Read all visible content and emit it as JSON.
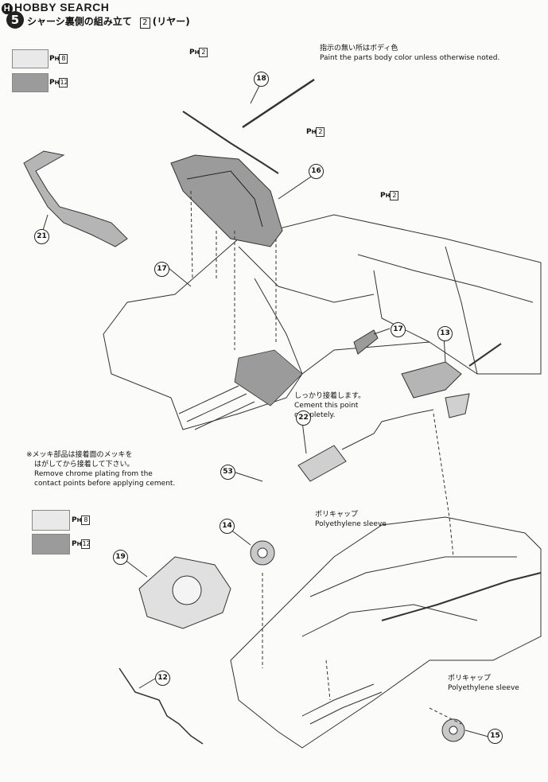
{
  "header": {
    "logo": "HOBBY SEARCH",
    "step_number": "5",
    "step_title": "シャーシ裏側の組み立て",
    "step_box": "2",
    "step_subtitle": "(リヤー)"
  },
  "color_keys_top": [
    {
      "code": "P",
      "num": "8",
      "color": "#e9e9e9"
    },
    {
      "code": "P",
      "num": "12",
      "color": "#9b9b9b"
    }
  ],
  "color_keys_bottom": [
    {
      "code": "P",
      "num": "8",
      "color": "#e9e9e9"
    },
    {
      "code": "P",
      "num": "12",
      "color": "#9b9b9b"
    }
  ],
  "paint_labels": [
    {
      "code": "P",
      "num": "2"
    },
    {
      "code": "P",
      "num": "2"
    },
    {
      "code": "P",
      "num": "2"
    }
  ],
  "notes": {
    "body_color_jp": "指示の無い所はボディ色",
    "body_color_en": "Paint the parts body color unless otherwise noted.",
    "cement_jp": "しっかり接着します。",
    "cement_en_1": "Cement this point",
    "cement_en_2": "completely.",
    "chrome_jp_1": "※メッキ部品は接着面のメッキを",
    "chrome_jp_2": "はがしてから接着して下さい。",
    "chrome_en_1": "Remove chrome plating from the",
    "chrome_en_2": "contact points before applying cement.",
    "poly_jp_1": "ポリキャップ",
    "poly_en_1": "Polyethylene sleeve",
    "poly_jp_2": "ポリキャップ",
    "poly_en_2": "Polyethylene sleeve"
  },
  "callouts": [
    "18",
    "16",
    "21",
    "17",
    "17",
    "13",
    "22",
    "53",
    "14",
    "19",
    "12",
    "15"
  ]
}
